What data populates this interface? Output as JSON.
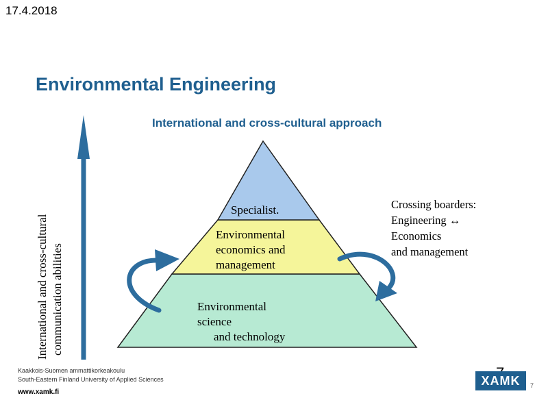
{
  "header": {
    "date": "17.4.2018",
    "title": "Environmental Engineering",
    "subtitle": "International and cross-cultural approach"
  },
  "pyramid": {
    "top": "Specialist.",
    "middle": [
      "Environmental",
      "economics and",
      "management"
    ],
    "bottom": [
      "Environmental",
      "science",
      "and technology"
    ]
  },
  "side_note": [
    "Crossing boarders:",
    "Engineering ↔",
    "Economics",
    "and management"
  ],
  "vertical_label": [
    "International and cross-cultural",
    "communication abilities"
  ],
  "footer": {
    "line1": "Kaakkois-Suomen ammattikorkeakoulu",
    "line2": "South-Eastern Finland University of Applied Sciences",
    "line3": "www.xamk.fi"
  },
  "logo_text": "XAMK",
  "page_number": "7",
  "colors": {
    "title": "#1f5f8f",
    "pyramid_top": "#a9c9ec",
    "pyramid_middle": "#f5f59a",
    "pyramid_bottom": "#b7ead3",
    "arrow": "#2d6d9e"
  }
}
